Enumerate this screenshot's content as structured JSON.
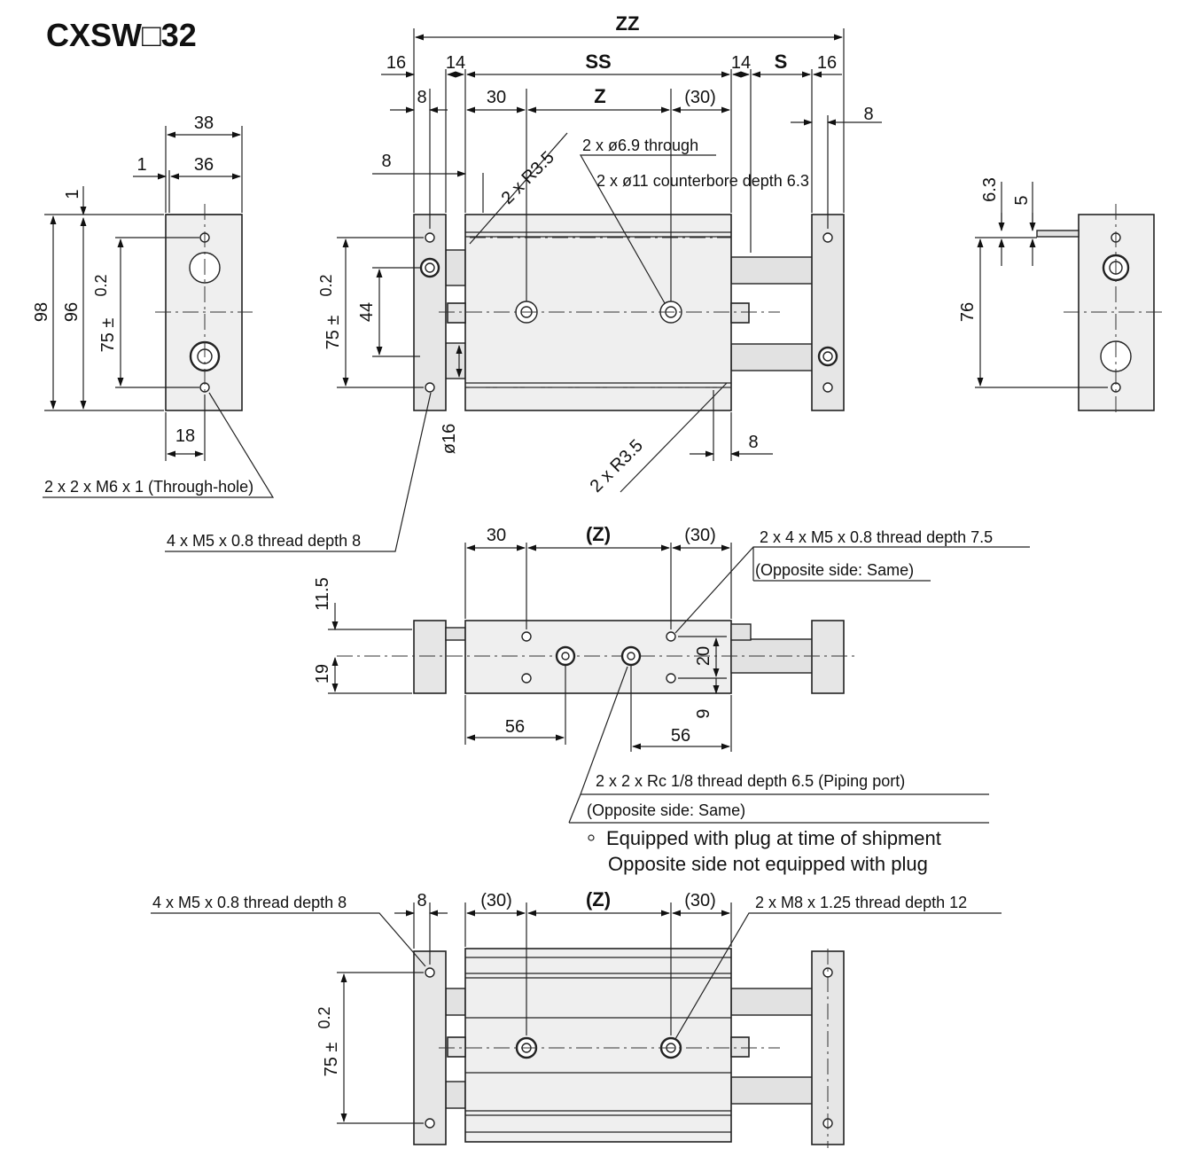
{
  "model": "CXSW□32",
  "top_view": {
    "dims": {
      "zz": "ZZ",
      "ss": "SS",
      "s": "S",
      "z": "Z",
      "d16a": "16",
      "d14a": "14",
      "d14b": "14",
      "d16b": "16",
      "d8a": "8",
      "d30": "30",
      "d30p": "(30)",
      "d8b": "8",
      "d8c": "8",
      "r35a": "2 x R3.5",
      "r35b": "2 x R3.5",
      "d75": "75 ±",
      "tol": "0.2",
      "d44": "44",
      "d16c": "ø16",
      "d8d": "8"
    },
    "notes": {
      "through": "2 x ø6.9 through",
      "counterbore": "2 x ø11 counterbore depth 6.3",
      "m5": "4 x M5 x 0.8 thread depth 8"
    }
  },
  "left_view": {
    "dims": {
      "d38": "38",
      "d1a": "1",
      "d36": "36",
      "d1b": "1",
      "d98": "98",
      "d96": "96",
      "d75": "75 ±",
      "tol": "0.2",
      "d18": "18"
    },
    "note": "2 x 2 x M6 x 1 (Through-hole)"
  },
  "right_view": {
    "dims": {
      "d63": "6.3",
      "d5": "5",
      "d76": "76"
    }
  },
  "side_view": {
    "dims": {
      "d30": "30",
      "z": "(Z)",
      "d30p": "(30)",
      "d115": "11.5",
      "d19": "19",
      "d20": "20",
      "d9": "9",
      "d56a": "56",
      "d56b": "56"
    },
    "notes": {
      "m5": "2 x 4 x M5 x 0.8 thread depth 7.5",
      "opp1": "(Opposite side: Same)",
      "rc": "2 x 2 x Rc 1/8 thread depth 6.5 (Piping port)",
      "opp2": "(Opposite side: Same)"
    },
    "legend": {
      "line1": "Equipped with plug at time of shipment",
      "line2": "Opposite side not equipped with plug"
    }
  },
  "bottom_view": {
    "dims": {
      "d8": "8",
      "d30a": "(30)",
      "z": "(Z)",
      "d30b": "(30)",
      "d75": "75 ±",
      "tol": "0.2"
    },
    "notes": {
      "m5": "4 x M5 x 0.8 thread depth 8",
      "m8": "2 x M8 x 1.25 thread depth 12"
    }
  }
}
